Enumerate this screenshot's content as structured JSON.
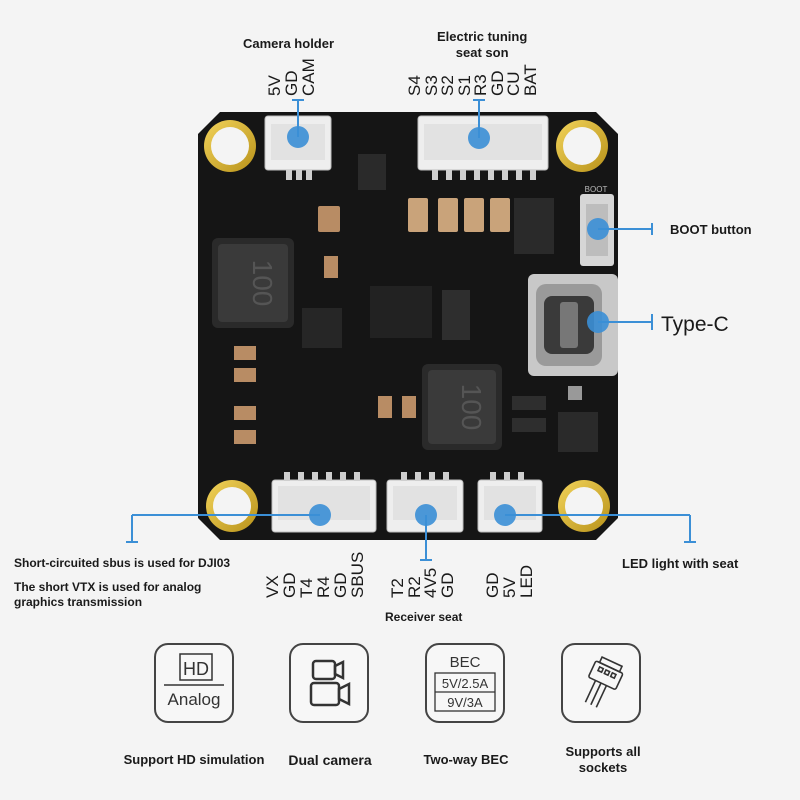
{
  "board": {
    "inductor_top_left": "100",
    "inductor_center": "100",
    "boot_silk": "BOOT"
  },
  "labels": {
    "camera_holder": "Camera holder",
    "electric_tuning": [
      "Electric tuning",
      "seat son"
    ],
    "boot_button": "BOOT button",
    "type_c": "Type-C",
    "led_light": "LED light with seat",
    "dji03": "Short-circuited sbus is used for DJI03",
    "vtx": [
      "The short VTX is used for analog",
      "graphics transmission"
    ],
    "receiver_seat": "Receiver seat"
  },
  "pins": {
    "camera": [
      "CAM",
      "GD",
      "5V"
    ],
    "esc": [
      "BAT",
      "CU",
      "GD",
      "R3",
      "S1",
      "S2",
      "S3",
      "S4"
    ],
    "vtx": [
      "VX",
      "GD",
      "T4",
      "R4",
      "GD",
      "SBUS"
    ],
    "receiver": [
      "T2",
      "R2",
      "4V5",
      "GD"
    ],
    "led": [
      "GD",
      "5V",
      "LED"
    ]
  },
  "features": [
    {
      "name": "hd-analog",
      "icon": "hd-analog-icon",
      "lines": [
        "Support HD simulation"
      ],
      "box_text": [
        "HD",
        "Analog"
      ]
    },
    {
      "name": "dual-camera",
      "icon": "dual-camera-icon",
      "lines": [
        "Dual camera"
      ],
      "box_text": []
    },
    {
      "name": "two-way-bec",
      "icon": "bec-icon",
      "lines": [
        "Two-way BEC"
      ],
      "box_text": [
        "BEC",
        "5V/2.5A",
        "9V/3A"
      ]
    },
    {
      "name": "sockets",
      "icon": "socket-connector-icon",
      "lines": [
        "Supports all",
        "sockets"
      ],
      "box_text": []
    }
  ],
  "colors": {
    "pcb": "#151515",
    "pad_gold": "#d9b52f",
    "leader_blue": "#3b8fd6",
    "connector": "#eeeeee"
  }
}
